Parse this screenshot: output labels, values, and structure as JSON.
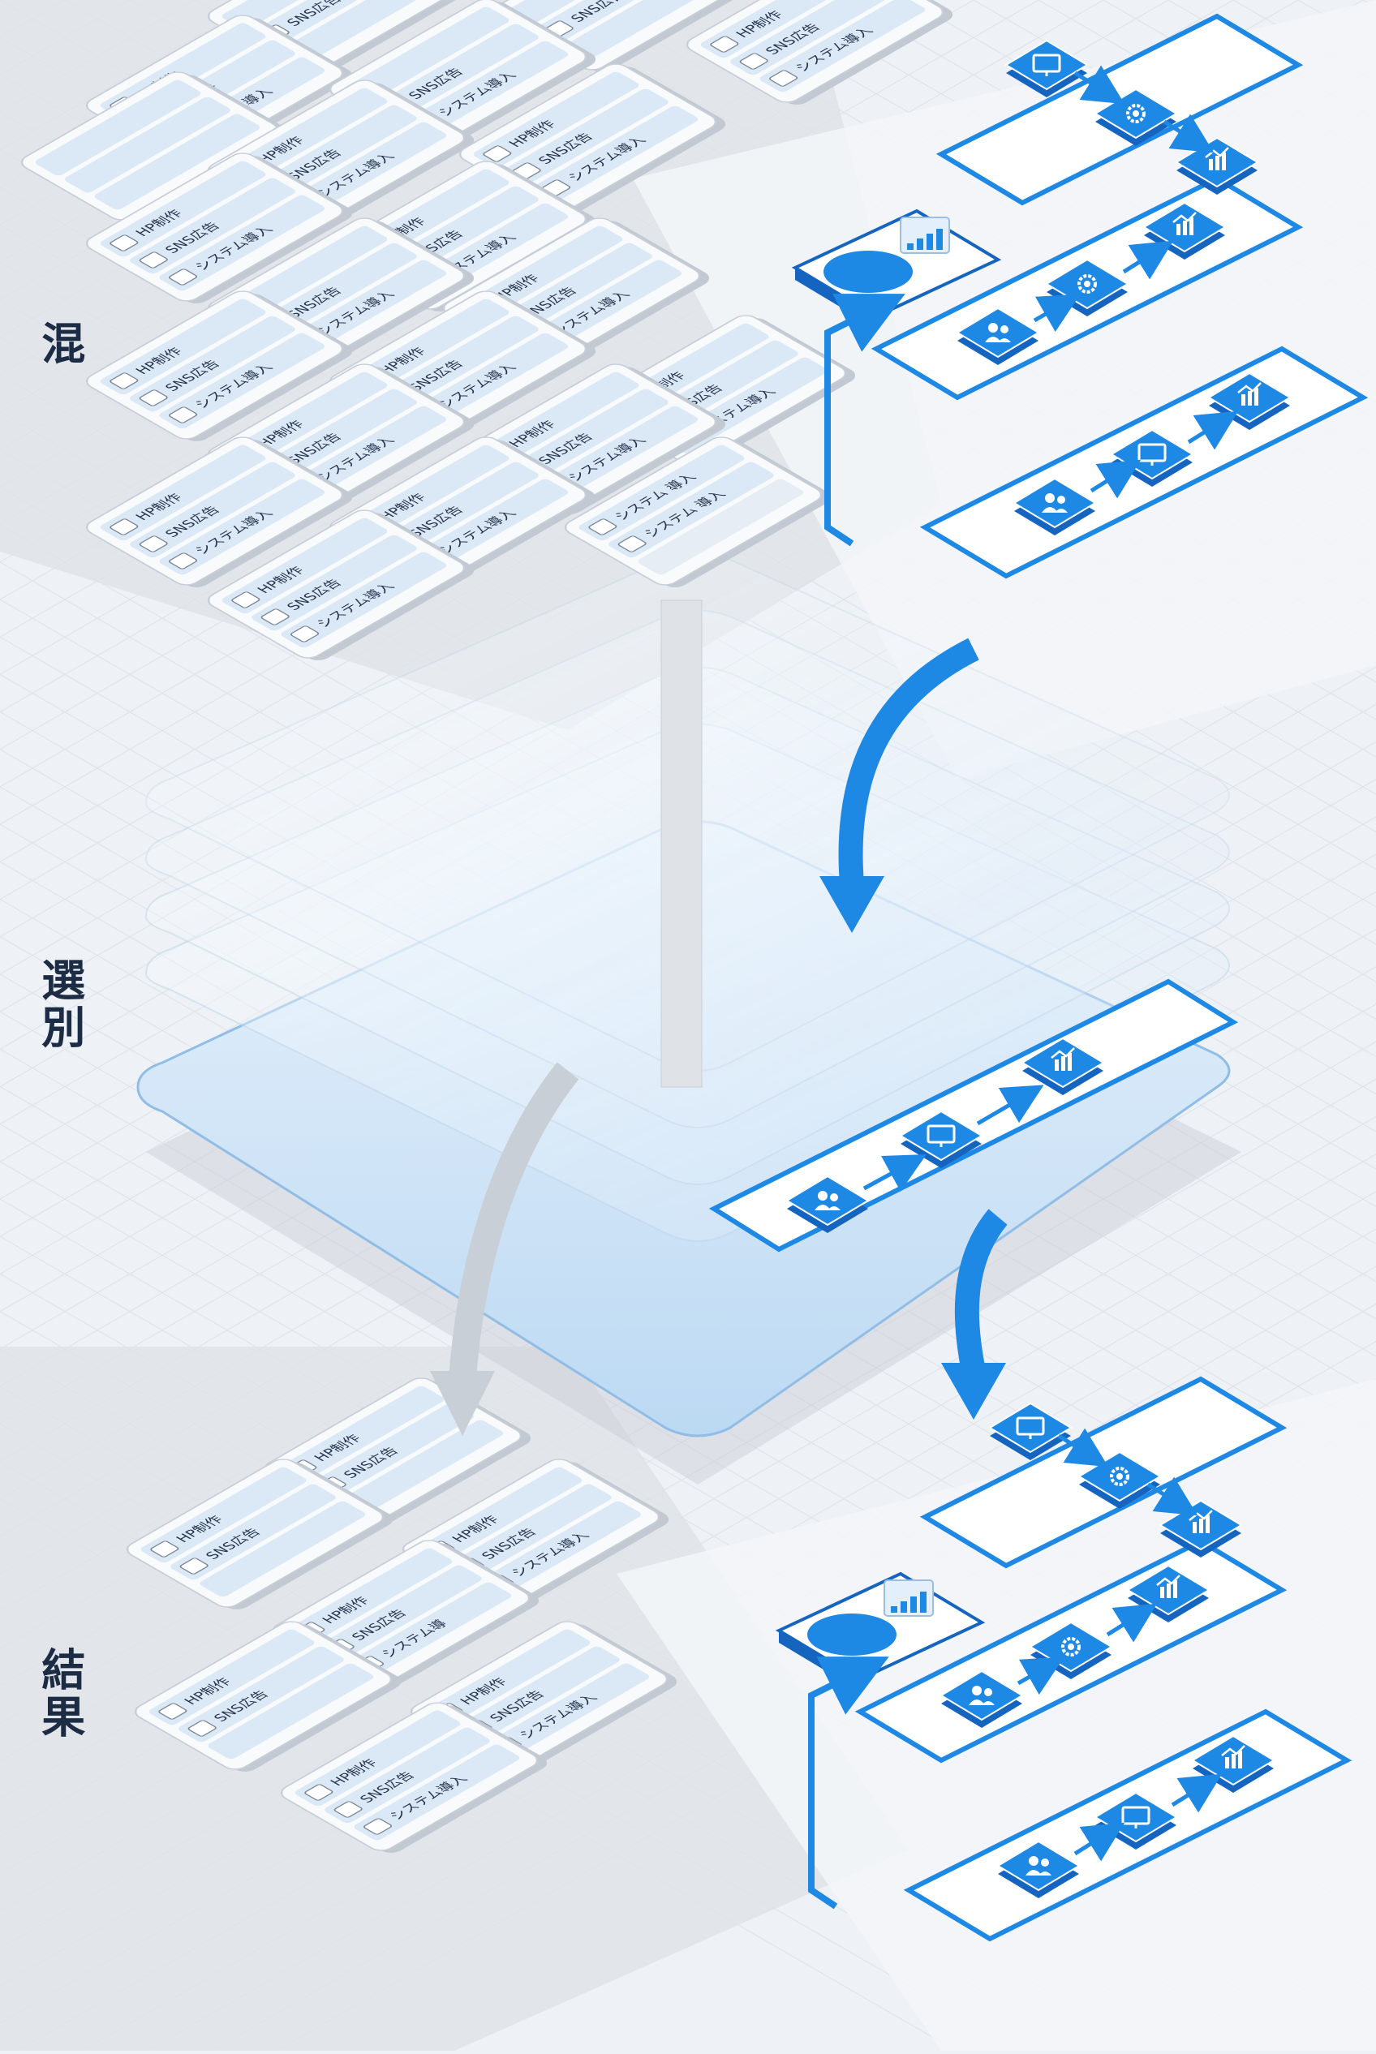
{
  "phases": {
    "mix": "混",
    "select": "選別",
    "result": "結果"
  },
  "card_labels": {
    "hp": "HP制作",
    "sns": "SNS広告",
    "system": "システム導入",
    "system_short": "システム導",
    "system_split": "システム 導入",
    "dots": "…"
  },
  "colors": {
    "background": "#eef1f5",
    "accent": "#1e88e5",
    "accent_dark": "#1565c0",
    "card_fill": "#f8fafc",
    "card_row": "#dbe9f7",
    "platform": "#cfe3f6"
  },
  "icons": [
    "monitor-icon",
    "gear-icon",
    "chart-icon",
    "users-icon",
    "pill-icon",
    "report-icon"
  ]
}
